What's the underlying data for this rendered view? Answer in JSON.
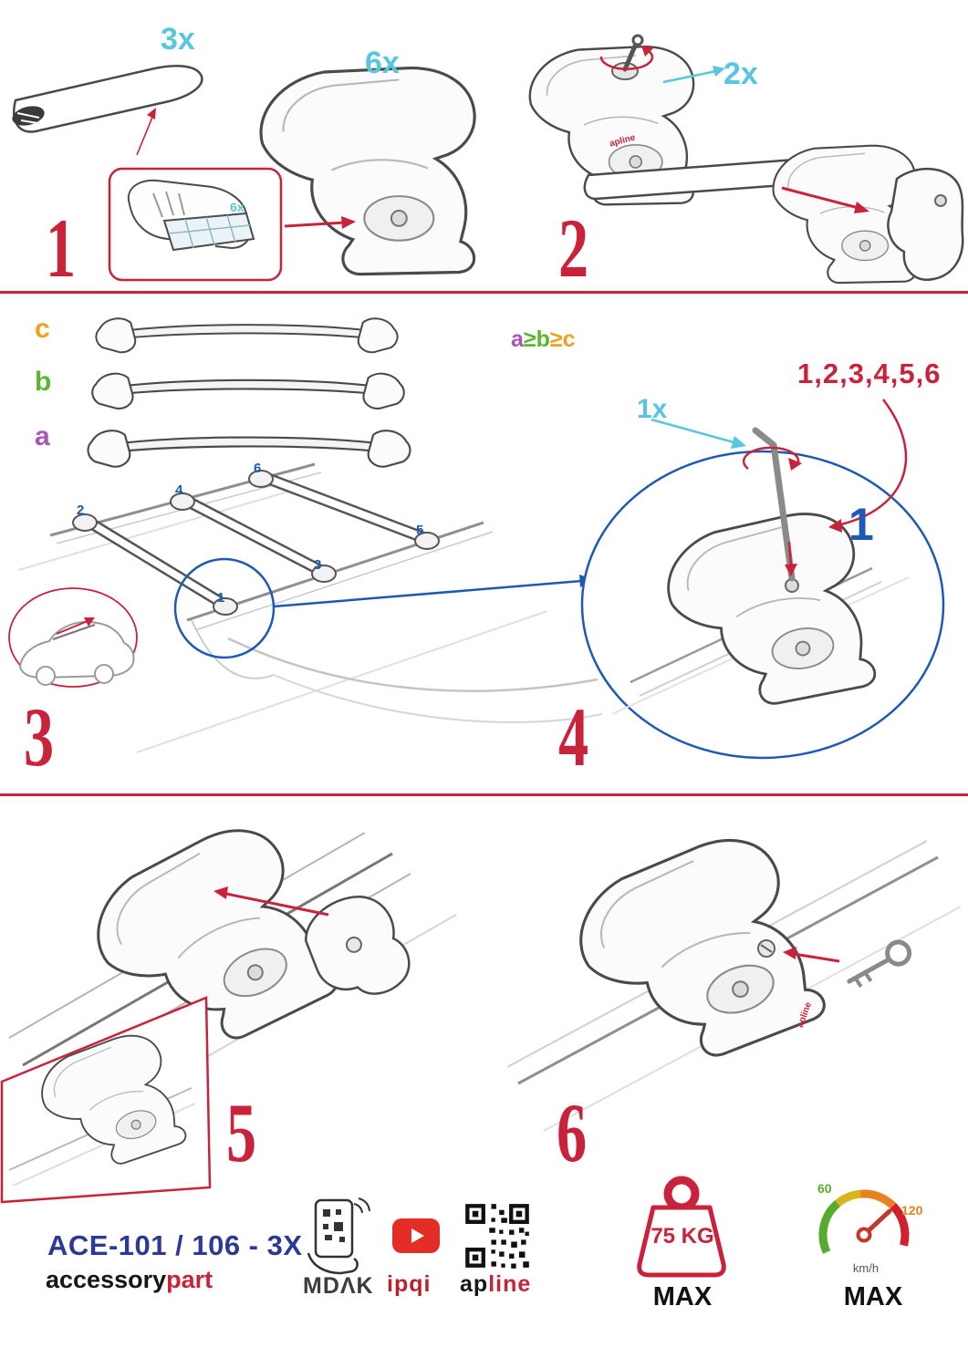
{
  "step1": {
    "number": "1",
    "bar_qty": "3x",
    "foot_qty": "6x",
    "pad_qty": "6x"
  },
  "step2": {
    "number": "2",
    "key_qty": "2x",
    "brand_small": "apline"
  },
  "step3": {
    "number": "3",
    "label_a": "a",
    "label_b": "b",
    "label_c": "c",
    "positions": [
      "1",
      "2",
      "3",
      "4",
      "5",
      "6"
    ]
  },
  "step4": {
    "number": "4",
    "rule_a": "a",
    "rule_op1": "≥",
    "rule_b": "b",
    "rule_op2": "≥",
    "rule_c": "c",
    "sequence": "1,2,3,4,5,6",
    "key_qty": "1x",
    "detail_step": "1"
  },
  "step5": {
    "number": "5"
  },
  "step6": {
    "number": "6",
    "brand_small": "apline"
  },
  "footer": {
    "model": "ACE-101 / 106 - 3X",
    "brand_black": "accessory",
    "brand_red": "part",
    "mdak": "MDΛK",
    "ipqi": "ipqi",
    "apline_black": "ap",
    "apline_red": "line",
    "weight": "75 KG",
    "weight_max": "MAX",
    "speed_low": "60",
    "speed_high": "120",
    "speed_unit": "km/h",
    "speed_max": "MAX"
  }
}
